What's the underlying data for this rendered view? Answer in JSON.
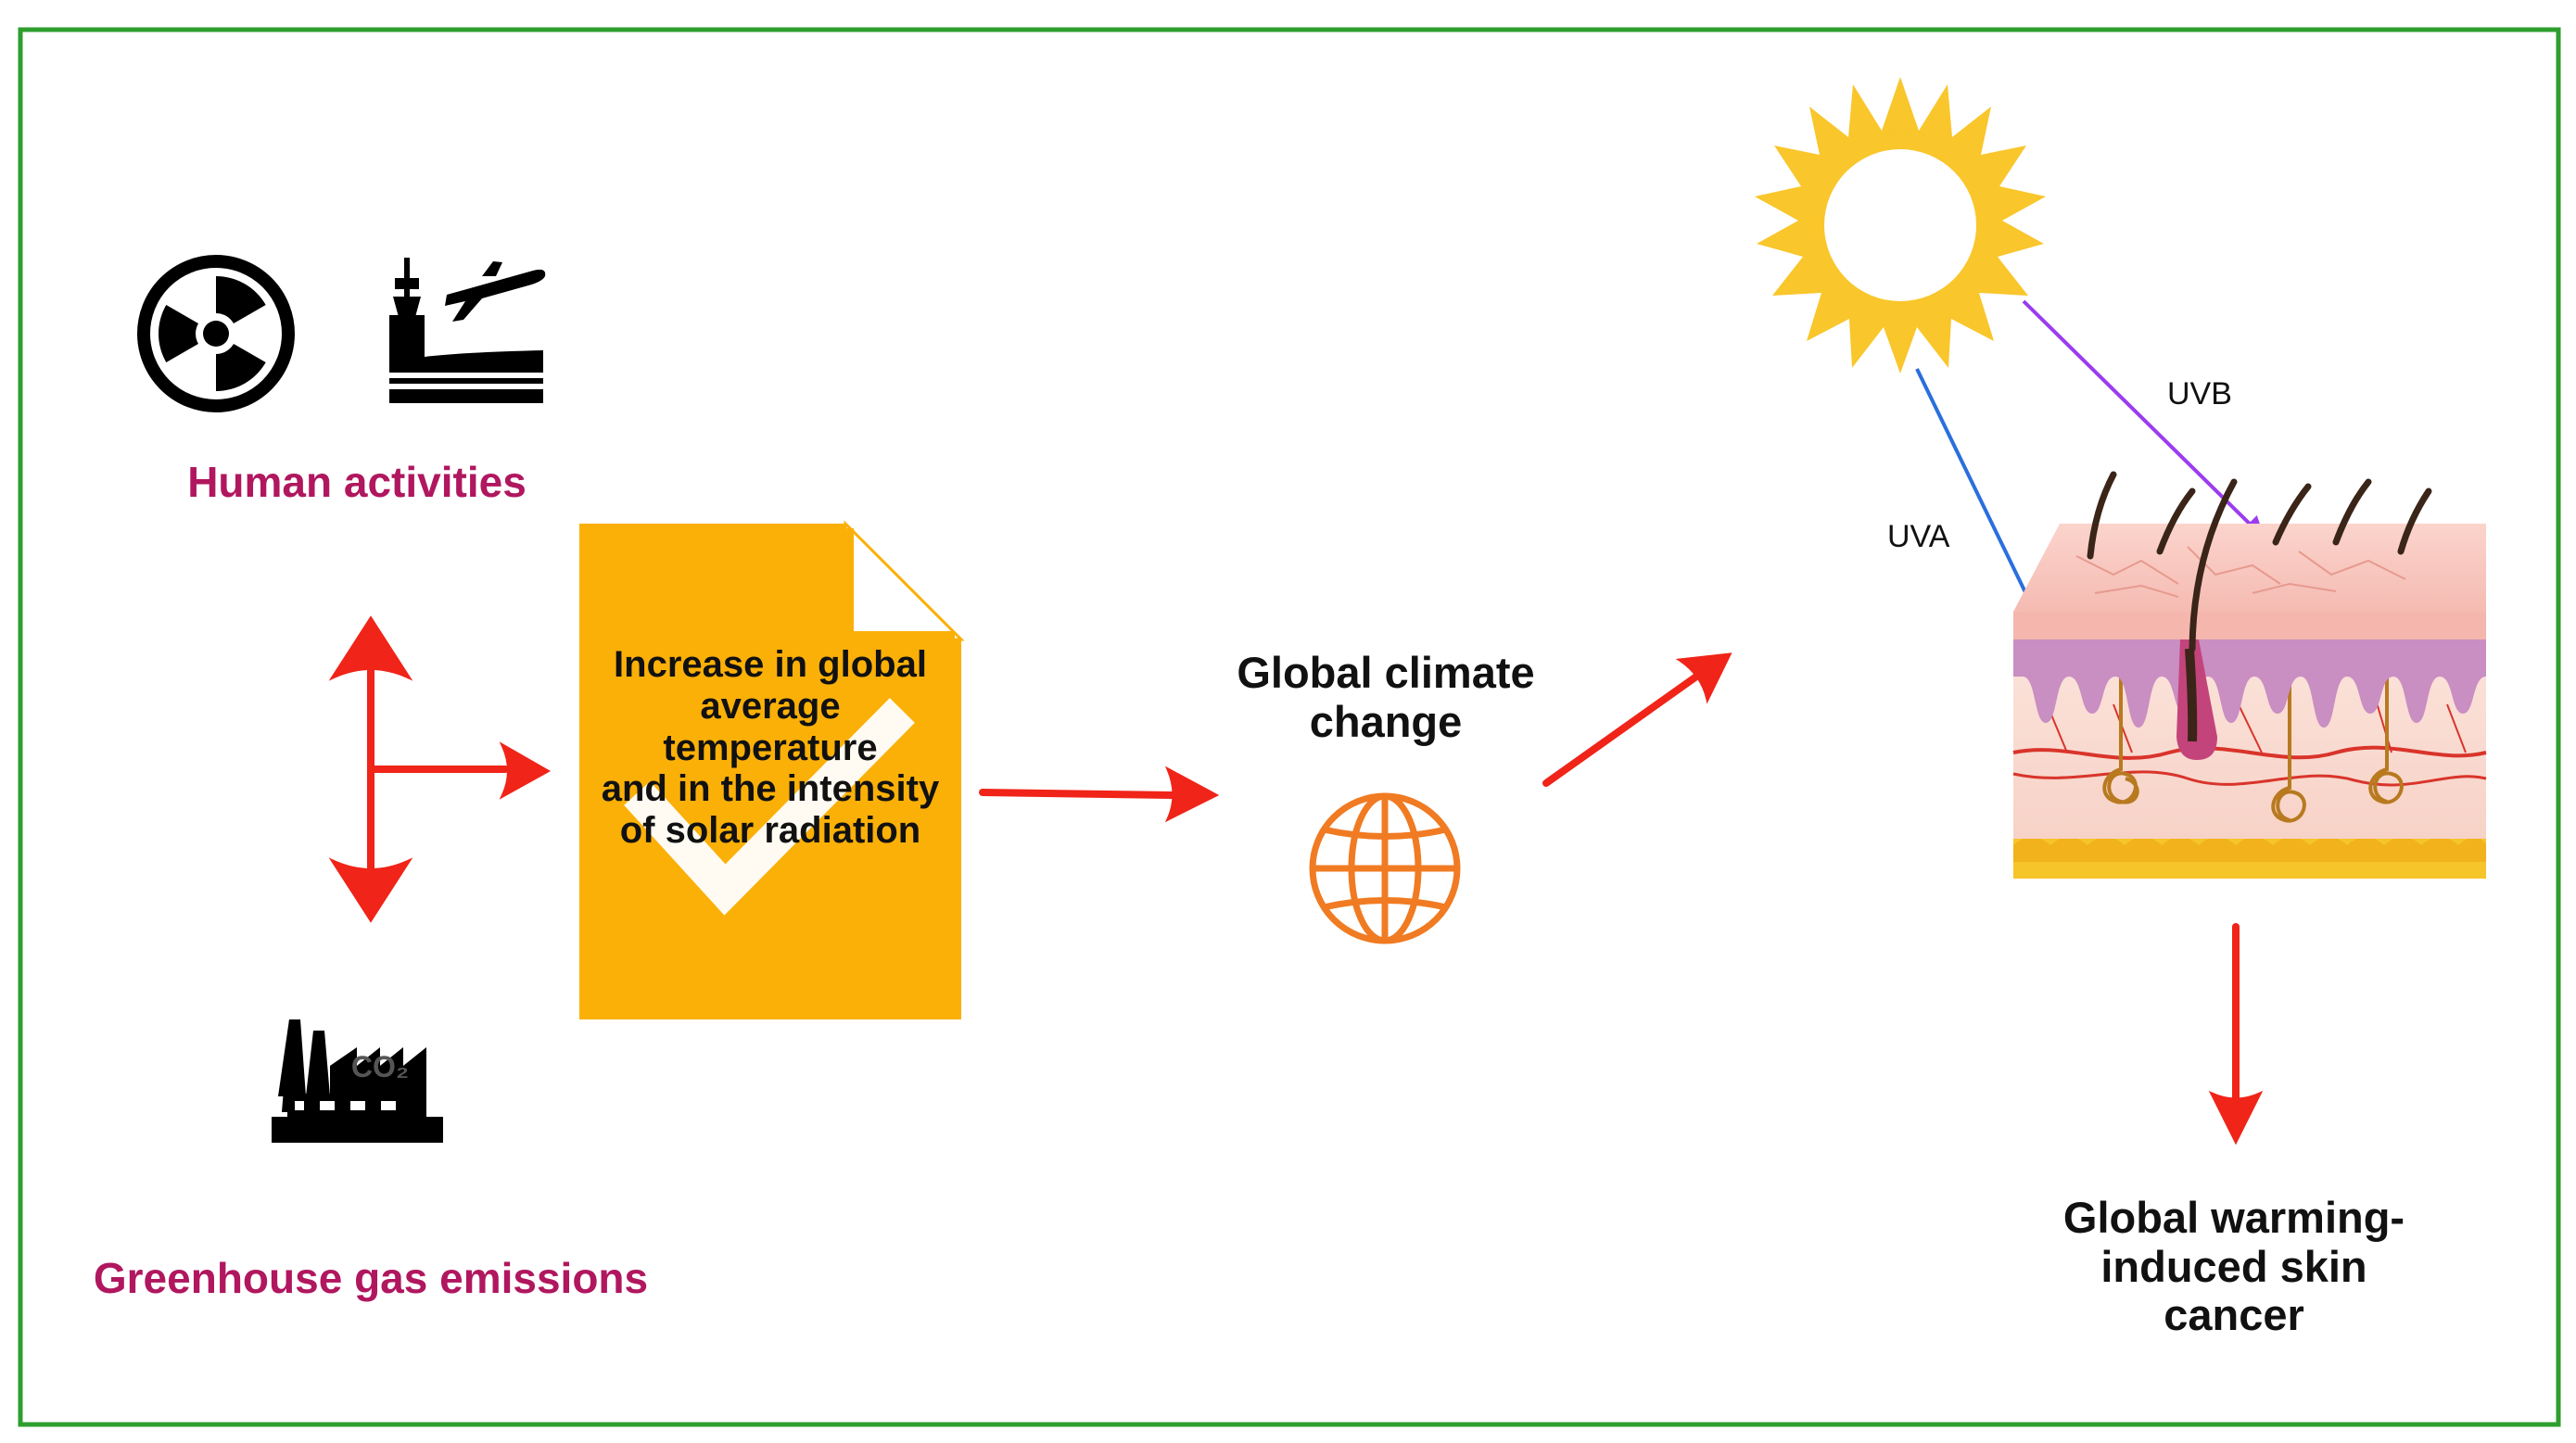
{
  "labels": {
    "human_activities": "Human activities",
    "greenhouse": "Greenhouse gas emissions",
    "co2": "CO₂",
    "increase_lines": [
      "Increase in global",
      "average",
      "temperature",
      "and in the intensity",
      "of solar radiation"
    ],
    "climate_lines": [
      "Global climate",
      "change"
    ],
    "uva": "UVA",
    "uvb": "UVB",
    "cancer_lines": [
      "Global warming-",
      "induced skin",
      "cancer"
    ]
  },
  "icons": [
    "radiation-icon",
    "airport-icon",
    "factory-icon",
    "document-check-icon",
    "globe-icon",
    "sun-icon",
    "skin-cross-section"
  ],
  "colors": {
    "border": "#2e9e2e",
    "arrow": "#f02418",
    "label_magenta": "#b0175f",
    "document": "#fbb008",
    "globe": "#f07b22",
    "sun": "#f9c62b",
    "uva_arrow": "#2a6fdc",
    "uvb_arrow": "#9b3cf0"
  }
}
